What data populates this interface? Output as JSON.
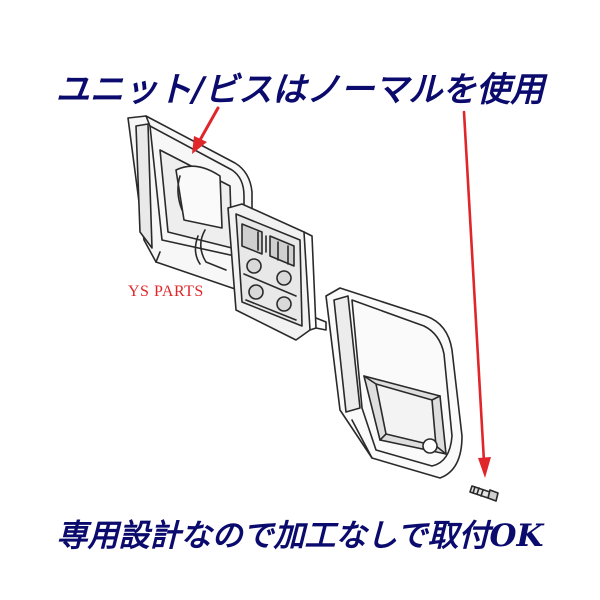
{
  "top_caption": "ユニット/ビスはノーマルを使用",
  "bottom_caption": "専用設計なので加工なしで取付OK",
  "watermark_text": "YS PARTS",
  "colors": {
    "caption_text": "#0b0b6e",
    "arrow": "#e0262a",
    "line_art": "#2a2a2a",
    "watermark": "#e0262a"
  },
  "icons": {
    "arrow_to_unit": "arrow-icon",
    "arrow_to_screw": "arrow-icon"
  }
}
